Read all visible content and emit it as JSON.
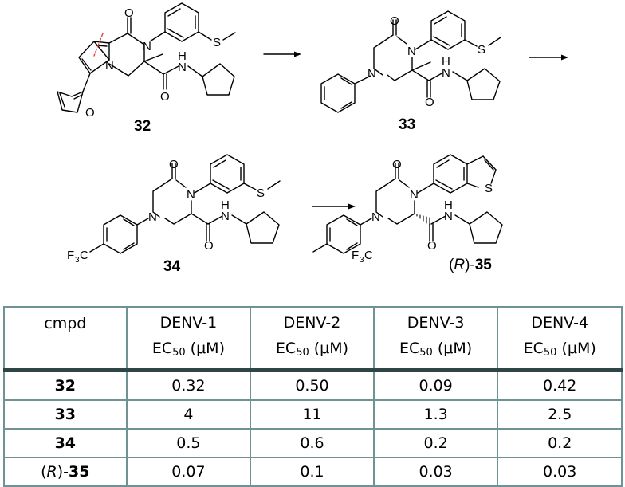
{
  "scheme": {
    "compounds": [
      {
        "id": "32",
        "label": "32",
        "prefix": ""
      },
      {
        "id": "33",
        "label": "33",
        "prefix": ""
      },
      {
        "id": "34",
        "label": "34",
        "prefix": ""
      },
      {
        "id": "35",
        "label": "35",
        "prefix_italic": "R",
        "prefix_open": "(",
        "prefix_close": ")-"
      }
    ],
    "atoms": {
      "O": "O",
      "N": "N",
      "S": "S",
      "H": "H",
      "F3C_F": "F",
      "F3C_3": "3",
      "F3C_C": "C"
    },
    "arrows": 3
  },
  "table": {
    "headers": [
      {
        "line1": "cmpd",
        "line2": ""
      },
      {
        "line1": "DENV-1",
        "ec": "EC",
        "sub": "50",
        "unit": " (μM)"
      },
      {
        "line1": "DENV-2",
        "ec": "EC",
        "sub": "50",
        "unit": " (μM)"
      },
      {
        "line1": "DENV-3",
        "ec": "EC",
        "sub": "50",
        "unit": " (μM)"
      },
      {
        "line1": "DENV-4",
        "ec": "EC",
        "sub": "50",
        "unit": " (μM)"
      }
    ],
    "rows": [
      {
        "cmpd": "32",
        "prefix_open": "",
        "prefix_italic": "",
        "prefix_close": "",
        "values": [
          "0.32",
          "0.50",
          "0.09",
          "0.42"
        ]
      },
      {
        "cmpd": "33",
        "prefix_open": "",
        "prefix_italic": "",
        "prefix_close": "",
        "values": [
          "4",
          "11",
          "1.3",
          "2.5"
        ]
      },
      {
        "cmpd": "34",
        "prefix_open": "",
        "prefix_italic": "",
        "prefix_close": "",
        "values": [
          "0.5",
          "0.6",
          "0.2",
          "0.2"
        ]
      },
      {
        "cmpd": "35",
        "prefix_open": "(",
        "prefix_italic": "R",
        "prefix_close": ")-",
        "values": [
          "0.07",
          "0.1",
          "0.03",
          "0.03"
        ]
      }
    ]
  },
  "colors": {
    "table_border": "#6f9394",
    "header_rule": "#2d4545",
    "cleavage_mark": "#e0463c"
  }
}
